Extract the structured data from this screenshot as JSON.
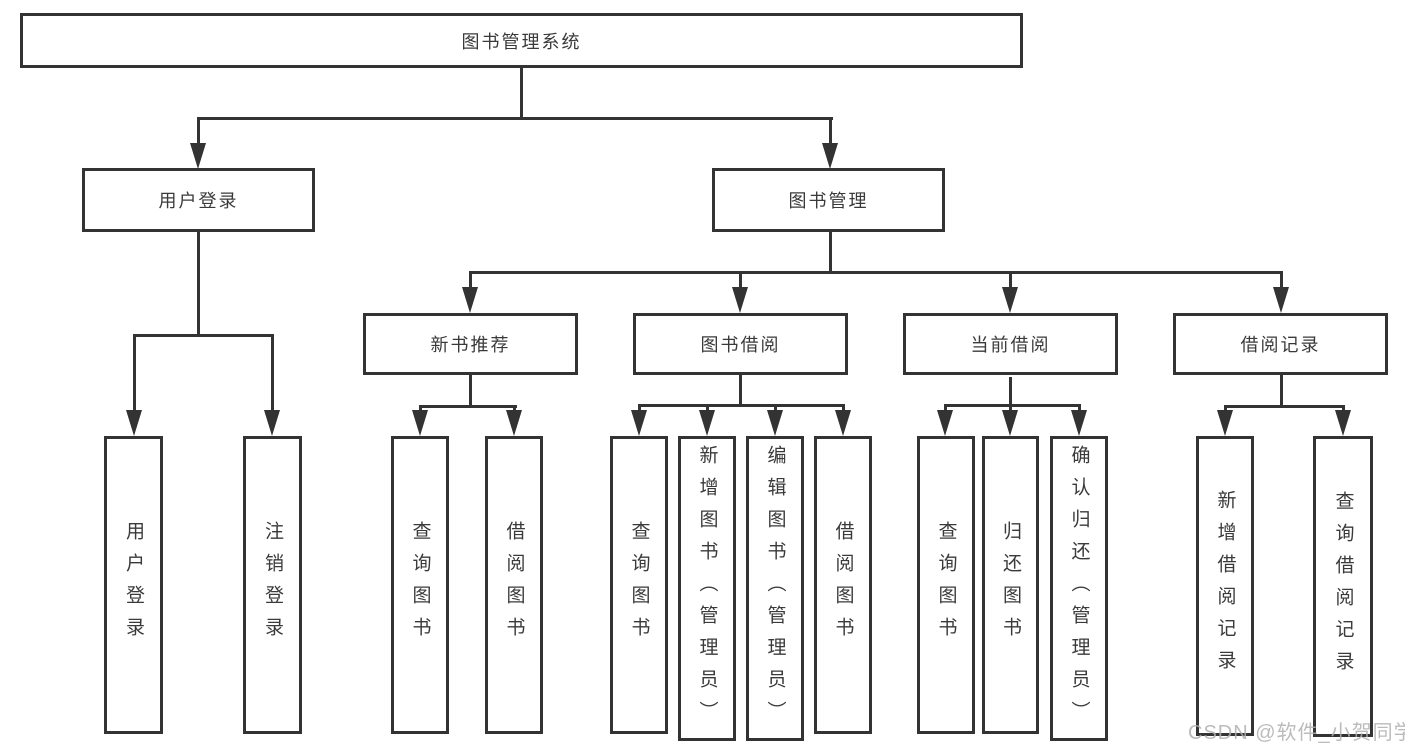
{
  "diagram": {
    "root": {
      "label": "图书管理系统"
    },
    "level2": [
      {
        "label": "用户登录"
      },
      {
        "label": "图书管理"
      }
    ],
    "level3": [
      {
        "label": "新书推荐",
        "parent": "图书管理"
      },
      {
        "label": "图书借阅",
        "parent": "图书管理"
      },
      {
        "label": "当前借阅",
        "parent": "图书管理"
      },
      {
        "label": "借阅记录",
        "parent": "图书管理"
      }
    ],
    "leaves": [
      {
        "label": "用户登录",
        "parent": "用户登录"
      },
      {
        "label": "注销登录",
        "parent": "用户登录"
      },
      {
        "label": "查询图书",
        "parent": "新书推荐"
      },
      {
        "label": "借阅图书",
        "parent": "新书推荐"
      },
      {
        "label": "查询图书",
        "parent": "图书借阅"
      },
      {
        "label": "新增图书（管理员）",
        "parent": "图书借阅"
      },
      {
        "label": "编辑图书（管理员）",
        "parent": "图书借阅"
      },
      {
        "label": "借阅图书",
        "parent": "图书借阅"
      },
      {
        "label": "查询图书",
        "parent": "当前借阅"
      },
      {
        "label": "归还图书",
        "parent": "当前借阅"
      },
      {
        "label": "确认归还（管理员）",
        "parent": "当前借阅"
      },
      {
        "label": "新增借阅记录",
        "parent": "借阅记录"
      },
      {
        "label": "查询借阅记录",
        "parent": "借阅记录"
      }
    ],
    "watermark": "CSDN @软件_小贺同学",
    "colors": {
      "line": "#333333",
      "text": "#3a3a3a",
      "wm": "#b0b0b0",
      "bg": "#ffffff"
    }
  }
}
